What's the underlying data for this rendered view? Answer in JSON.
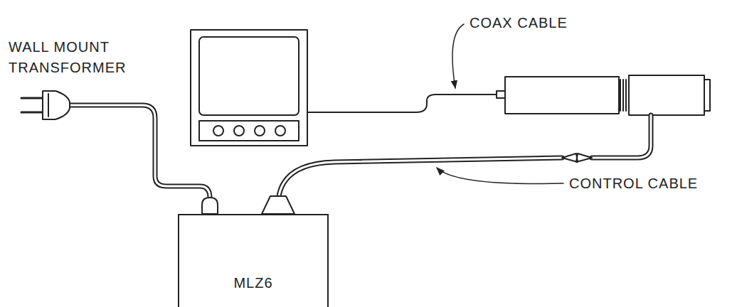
{
  "diagram": {
    "nodes": [
      {
        "text": [
          "MLZ6"
        ]
      }
    ],
    "edges": [],
    "labels": [
      "WALL MOUNT TRANSFORMER",
      "COAX CABLE",
      "CONTROL CABLE"
    ]
  }
}
